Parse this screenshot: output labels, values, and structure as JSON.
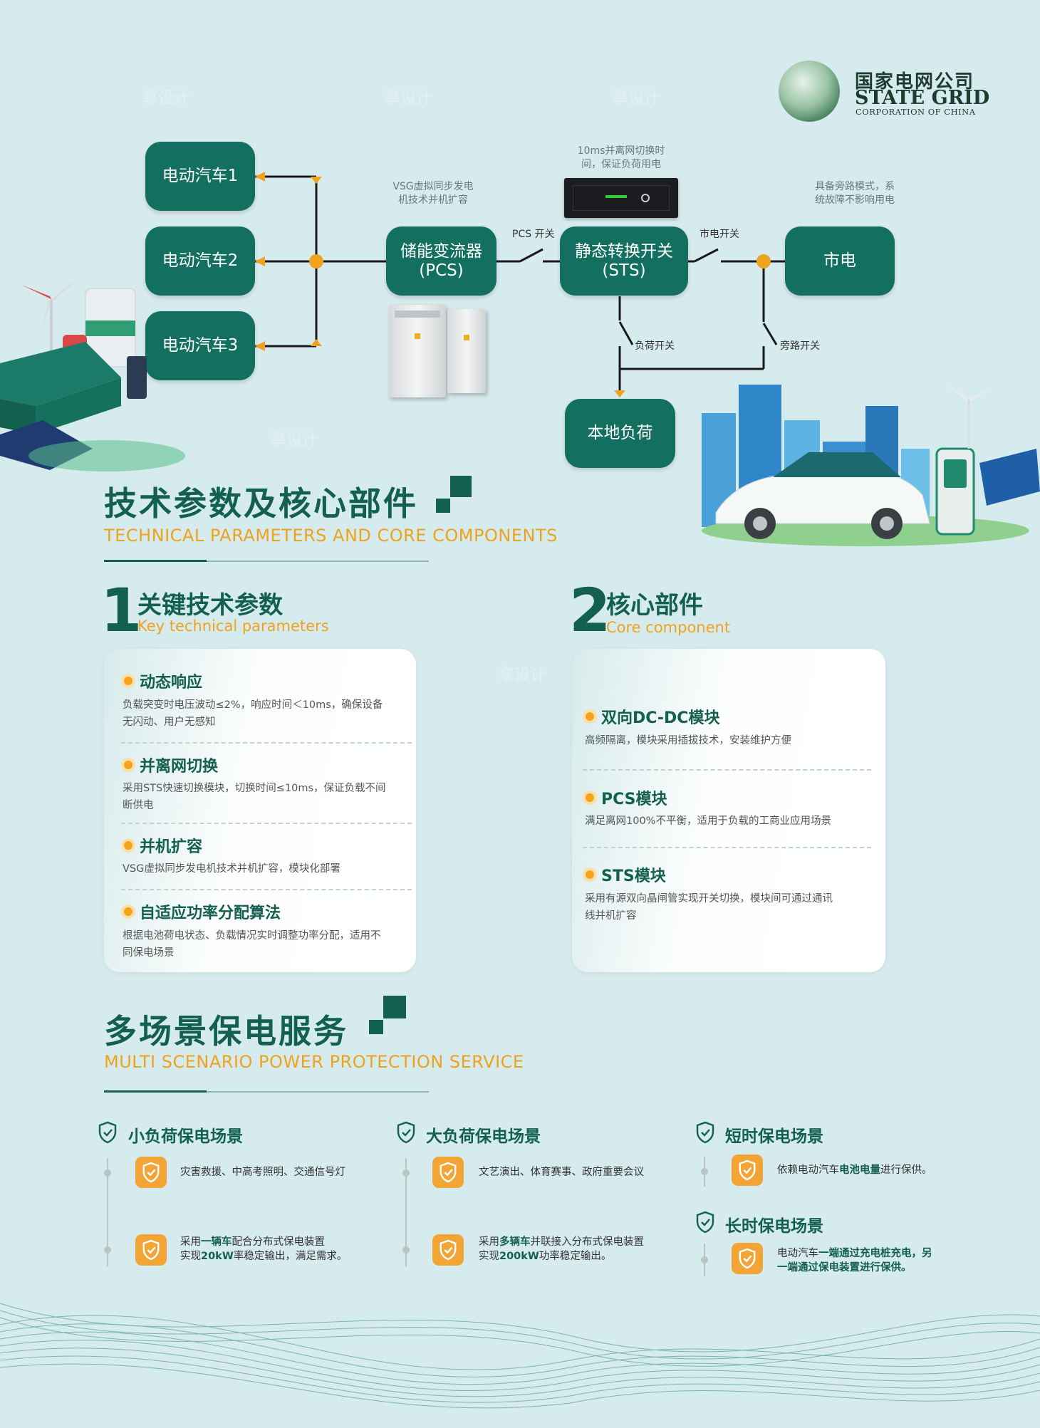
{
  "logo": {
    "cn": "国家电网公司",
    "en": "STATE GRID",
    "sub": "CORPORATION OF CHINA"
  },
  "diagram": {
    "ev1": "电动汽车1",
    "ev2": "电动汽车2",
    "ev3": "电动汽车3",
    "pcs": "储能变流器\n(PCS)",
    "sts": "静态转换开关\n(STS)",
    "grid": "市电",
    "load": "本地负荷",
    "note_vsg": "VSG虚拟同步发电\n机技术并机扩容",
    "note_10ms": "10ms并离网切换时\n间，保证负荷用电",
    "note_bypass": "具备旁路模式，系\n统故障不影响用电",
    "sw_pcs": "PCS 开关",
    "sw_grid": "市电开关",
    "sw_load": "负荷开关",
    "sw_bypass": "旁路开关"
  },
  "tech": {
    "title": "技术参数及核心部件",
    "subtitle": "TECHNICAL PARAMETERS AND CORE COMPONENTS",
    "key": {
      "num": "1",
      "cn": "关键技术参数",
      "en": "Key technical parameters",
      "items": [
        {
          "title": "动态响应",
          "desc": "负载突变时电压波动≤2%，响应时间＜10ms，确保设备\n无闪动、用户无感知"
        },
        {
          "title": "并离网切换",
          "desc": "采用STS快速切换模块，切换时间≤10ms，保证负载不间\n断供电"
        },
        {
          "title": "并机扩容",
          "desc": "VSG虚拟同步发电机技术并机扩容，模块化部署"
        },
        {
          "title": "自适应功率分配算法",
          "desc": "根据电池荷电状态、负载情况实时调整功率分配，适用不\n同保电场景"
        }
      ]
    },
    "core": {
      "num": "2",
      "cn": "核心部件",
      "en": "Core component",
      "items": [
        {
          "title": "双向DC-DC模块",
          "desc": "高频隔离，模块采用插拔技术，安装维护方便"
        },
        {
          "title": "PCS模块",
          "desc": "满足离网100%不平衡，适用于负载的工商业应用场景"
        },
        {
          "title": "STS模块",
          "desc": "采用有源双向晶闸管实现开关切换，模块间可通过通讯\n线并机扩容"
        }
      ]
    }
  },
  "service": {
    "title": "多场景保电服务",
    "subtitle": "MULTI SCENARIO POWER PROTECTION SERVICE",
    "small": {
      "title": "小负荷保电场景",
      "t1": "灾害救援、中高考照明、交通信号灯",
      "t2a": "采用",
      "t2b": "一辆车",
      "t2c": "配合分布式保电装置",
      "t2d": "实现",
      "t2e": "20kW",
      "t2f": "率稳定输出，满足需求。"
    },
    "large": {
      "title": "大负荷保电场景",
      "t1": "文艺演出、体育赛事、政府重要会议",
      "t2a": "采用",
      "t2b": "多辆车",
      "t2c": "并联接入分布式保电装置",
      "t2d": "实现",
      "t2e": "200kW",
      "t2f": "功率稳定输出。"
    },
    "short": {
      "title": "短时保电场景",
      "t1a": "依赖电动汽车",
      "t1b": "电池电量",
      "t1c": "进行保供。"
    },
    "long": {
      "title": "长时保电场景",
      "t1a": "电动汽车",
      "t1b": "一端通过充电桩充电，另",
      "t1c": "一端通过保电装置进行保供。"
    }
  },
  "watermark": "享设计",
  "colors": {
    "primary": "#137060",
    "accent": "#efa21d",
    "background": "#d6ebee"
  }
}
